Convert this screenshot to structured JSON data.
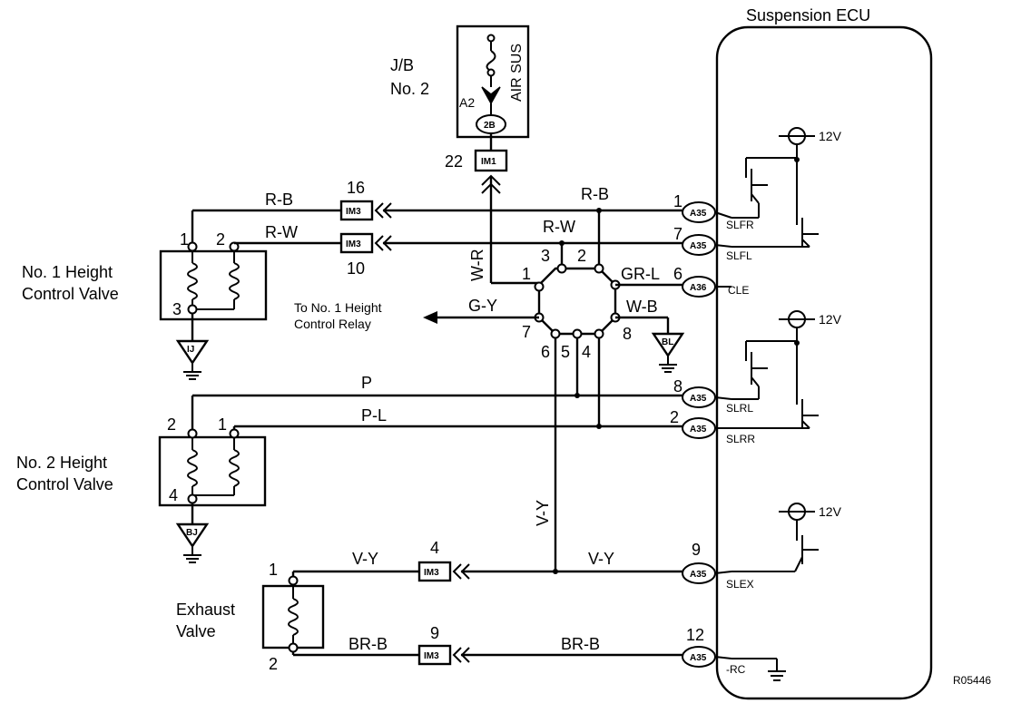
{
  "ecu": {
    "title": "Suspension ECU",
    "supply": "12V",
    "pins": {
      "slfr": "SLFR",
      "slfl": "SLFL",
      "cle": "CLE",
      "slrl": "SLRL",
      "slrr": "SLRR",
      "slex": "SLEX",
      "rc": "-RC"
    }
  },
  "junction_block": {
    "label_line1": "J/B",
    "label_line2": "No. 2",
    "fuse": "AIR SUS",
    "terminal": "A2",
    "connector": "2B",
    "im1_connector": "IM1",
    "im1_pin": "22"
  },
  "valves": {
    "no1_line1": "No. 1 Height",
    "no1_line2": "Control Valve",
    "no2_line1": "No. 2 Height",
    "no2_line2": "Control Valve",
    "exhaust_line1": "Exhaust",
    "exhaust_line2": "Valve"
  },
  "grounds": {
    "ij": "IJ",
    "bj": "BJ",
    "bl": "BL"
  },
  "relay_note": {
    "line1": "To No. 1 Height",
    "line2": "Control Relay"
  },
  "connectors": {
    "a35": "A35",
    "a36": "A36",
    "im3": "IM3"
  },
  "wires": {
    "rb": "R-B",
    "rw": "R-W",
    "wr": "W-R",
    "grl": "GR-L",
    "gy": "G-Y",
    "wb": "W-B",
    "p": "P",
    "pl": "P-L",
    "vy": "V-Y",
    "brb": "BR-B"
  },
  "pin_numbers": {
    "v1_1": "1",
    "v1_2": "2",
    "v1_3": "3",
    "v2_2": "2",
    "v2_1": "1",
    "v2_4": "4",
    "ex_1": "1",
    "ex_2": "2",
    "im3_16": "16",
    "im3_10": "10",
    "im3_4": "4",
    "im3_9": "9",
    "a35_1": "1",
    "a35_7": "7",
    "a36_6": "6",
    "a35_8": "8",
    "a35_2": "2",
    "a35_9": "9",
    "a35_12": "12",
    "j_1": "1",
    "j_2": "2",
    "j_3": "3",
    "j_4": "4",
    "j_5": "5",
    "j_6": "6",
    "j_7": "7",
    "j_8": "8"
  },
  "figure_code": "R05446"
}
